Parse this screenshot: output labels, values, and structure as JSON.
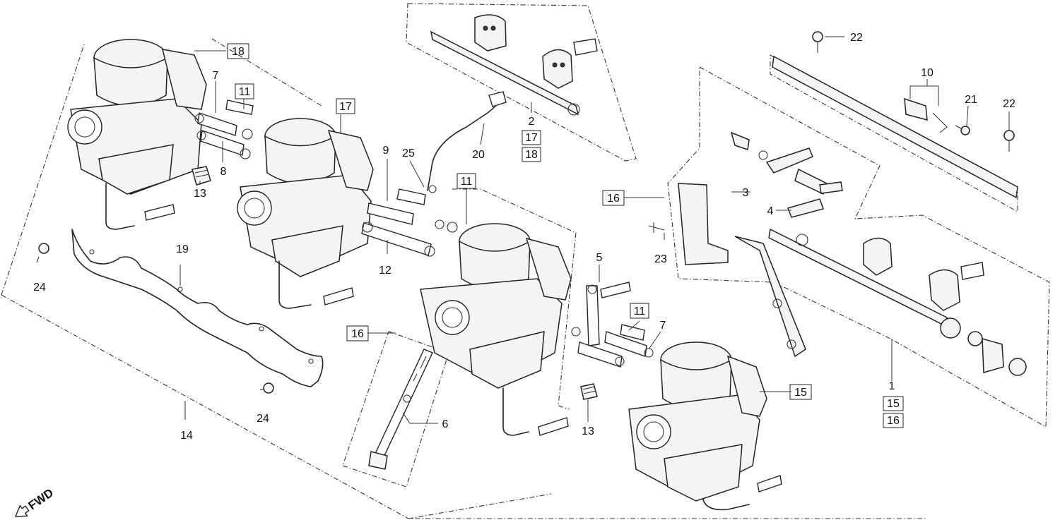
{
  "diagram": {
    "fwd_label": "FWD",
    "callouts": {
      "c1": "1",
      "c2": "2",
      "c3": "3",
      "c4": "4",
      "c5": "5",
      "c6": "6",
      "c7a": "7",
      "c7b": "7",
      "c8": "8",
      "c9": "9",
      "c10": "10",
      "c11a": "11",
      "c11b": "11",
      "c11c": "11",
      "c12": "12",
      "c13a": "13",
      "c13b": "13",
      "c14": "14",
      "c15a": "15",
      "c15b": "15",
      "c16a": "16",
      "c16b": "16",
      "c16c": "16",
      "c17a": "17",
      "c17b": "17",
      "c18a": "18",
      "c18b": "18",
      "c19": "19",
      "c20": "20",
      "c21": "21",
      "c22a": "22",
      "c22b": "22",
      "c23": "23",
      "c24a": "24",
      "c24b": "24",
      "c25": "25"
    }
  }
}
